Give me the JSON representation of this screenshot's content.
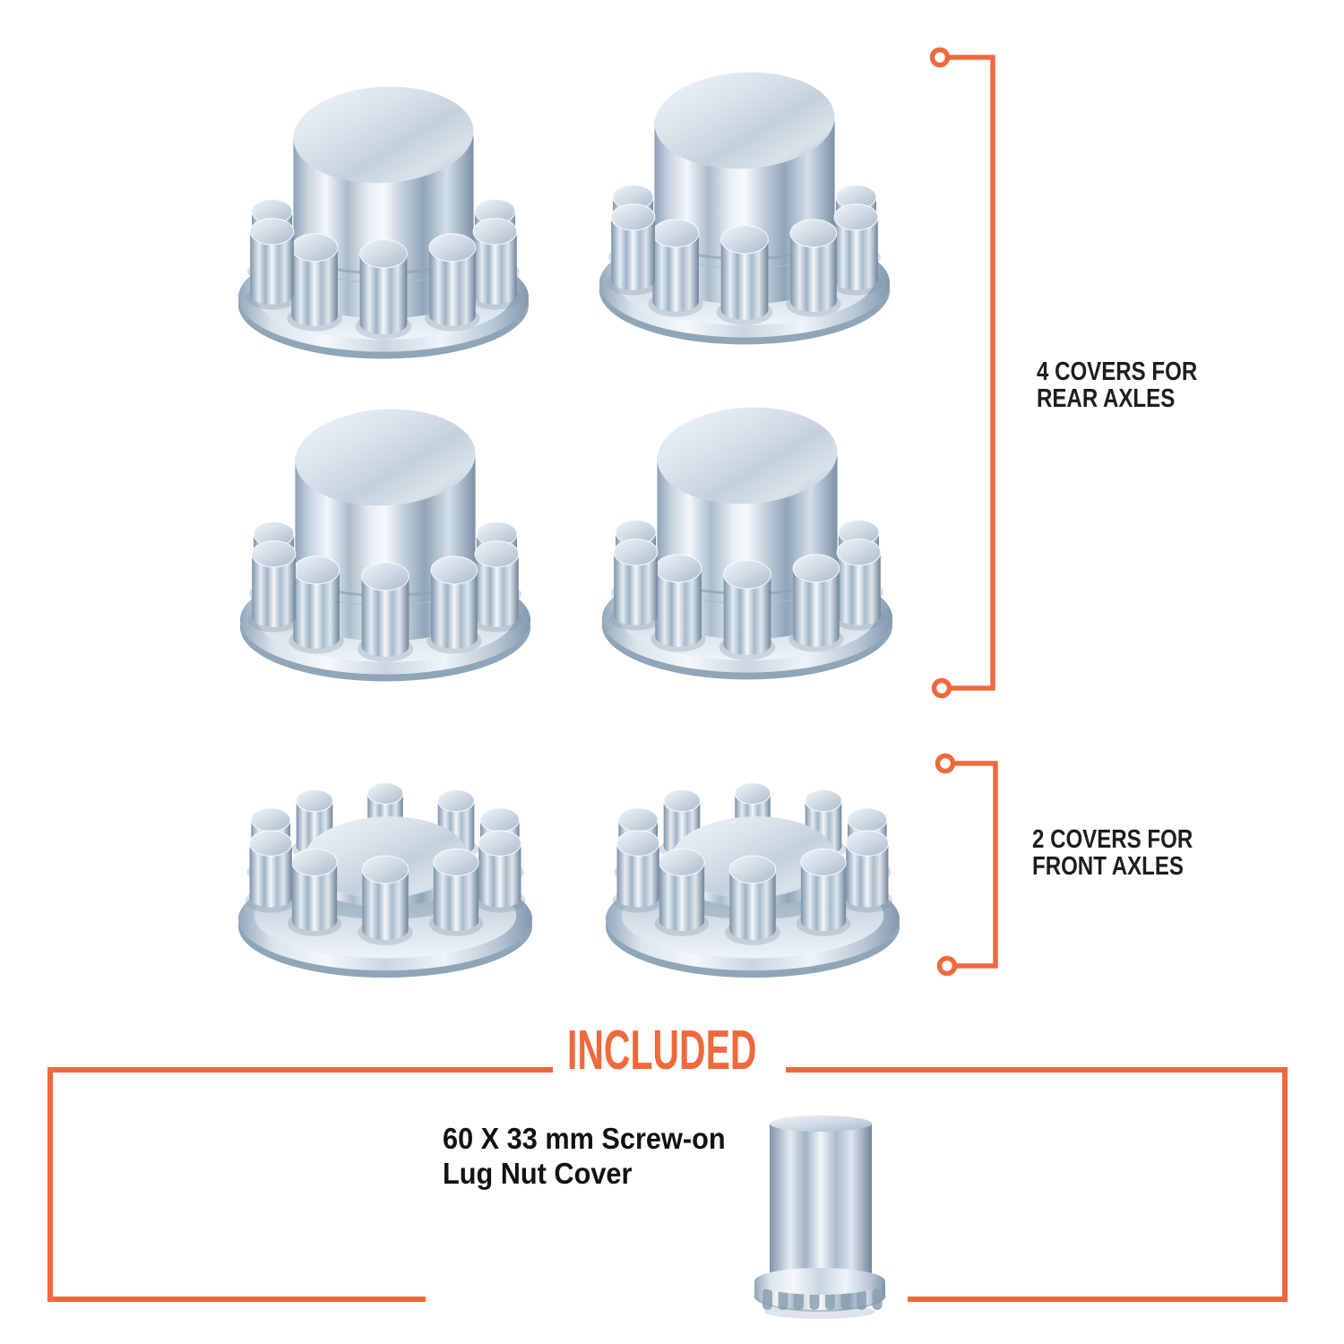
{
  "colors": {
    "accent": "#F0693C",
    "label_text": "#1D1D1B",
    "item_text": "#121212"
  },
  "annotations": {
    "rear": {
      "line1": "4 COVERS FOR",
      "line2": "REAR AXLES"
    },
    "front": {
      "line1": "2 COVERS FOR",
      "line2": "FRONT AXLES"
    }
  },
  "included": {
    "title": "INCLUDED",
    "item": {
      "line1": "60 X 33 mm Screw-on",
      "line2": "Lug Nut Cover"
    }
  },
  "products": {
    "rear_covers": {
      "name": "rear-axle-hub-cover",
      "count": 4
    },
    "front_covers": {
      "name": "front-axle-hub-cover",
      "count": 2
    },
    "lug_nut_cover": {
      "name": "screw-on-lug-nut-cover",
      "count": 1
    }
  }
}
